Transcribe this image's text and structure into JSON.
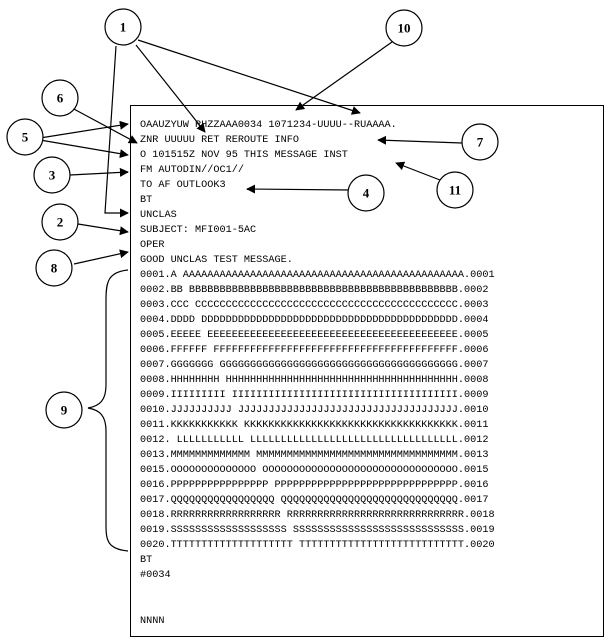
{
  "callouts": [
    "1",
    "2",
    "3",
    "4",
    "5",
    "6",
    "7",
    "8",
    "9",
    "10",
    "11"
  ],
  "message": {
    "header_lines": [
      "OAAUZYUW RHZZAAA0034 1071234-UUUU--RUAAAA.",
      "ZNR UUUUU RET REROUTE INFO",
      "O 101515Z NOV 95 THIS MESSAGE INST",
      "FM AUTODIN//OC1//",
      "TO AF OUTLOOK3",
      "BT",
      "UNCLAS",
      "SUBJECT: MFI001-5AC",
      "OPER",
      "GOOD UNCLAS TEST MESSAGE."
    ],
    "body_lines": [
      "0001.A AAAAAAAAAAAAAAAAAAAAAAAAAAAAAAAAAAAAAAAAAAAAAA.0001",
      "0002.BB BBBBBBBBBBBBBBBBBBBBBBBBBBBBBBBBBBBBBBBBBBBB.0002",
      "0003.CCC CCCCCCCCCCCCCCCCCCCCCCCCCCCCCCCCCCCCCCCCCCC.0003",
      "0004.DDDD DDDDDDDDDDDDDDDDDDDDDDDDDDDDDDDDDDDDDDDDDD.0004",
      "0005.EEEEE EEEEEEEEEEEEEEEEEEEEEEEEEEEEEEEEEEEEEEEEE.0005",
      "0006.FFFFFF FFFFFFFFFFFFFFFFFFFFFFFFFFFFFFFFFFFFFFFF.0006",
      "0007.GGGGGGG GGGGGGGGGGGGGGGGGGGGGGGGGGGGGGGGGGGGGGG.0007",
      "0008.HHHHHHHH HHHHHHHHHHHHHHHHHHHHHHHHHHHHHHHHHHHHHH.0008",
      "0009.IIIIIIIII IIIIIIIIIIIIIIIIIIIIIIIIIIIIIIIIIIIII.0009",
      "0010.JJJJJJJJJJ JJJJJJJJJJJJJJJJJJJJJJJJJJJJJJJJJJJJ.0010",
      "0011.KKKKKKKKKKK KKKKKKKKKKKKKKKKKKKKKKKKKKKKKKKKKKK.0011",
      "0012. LLLLLLLLLLL LLLLLLLLLLLLLLLLLLLLLLLLLLLLLLLLLL.0012",
      "0013.MMMMMMMMMMMMM MMMMMMMMMMMMMMMMMMMMMMMMMMMMMMMMM.0013",
      "0015.OOOOOOOOOOOOOO OOOOOOOOOOOOOOOOOOOOOOOOOOOOOOOO.0015",
      "0016.PPPPPPPPPPPPPPPP PPPPPPPPPPPPPPPPPPPPPPPPPPPPPP.0016",
      "0017.QQQQQQQQQQQQQQQQQ QQQQQQQQQQQQQQQQQQQQQQQQQQQQQ.0017",
      "0018.RRRRRRRRRRRRRRRRRR RRRRRRRRRRRRRRRRRRRRRRRRRRRRR.0018",
      "0019.SSSSSSSSSSSSSSSSSSS SSSSSSSSSSSSSSSSSSSSSSSSSSSS.0019",
      "0020.TTTTTTTTTTTTTTTTTTTT TTTTTTTTTTTTTTTTTTTTTTTTTTT.0020"
    ],
    "trailer_lines": [
      "BT",
      "#0034"
    ],
    "end_marker": "NNNN"
  }
}
